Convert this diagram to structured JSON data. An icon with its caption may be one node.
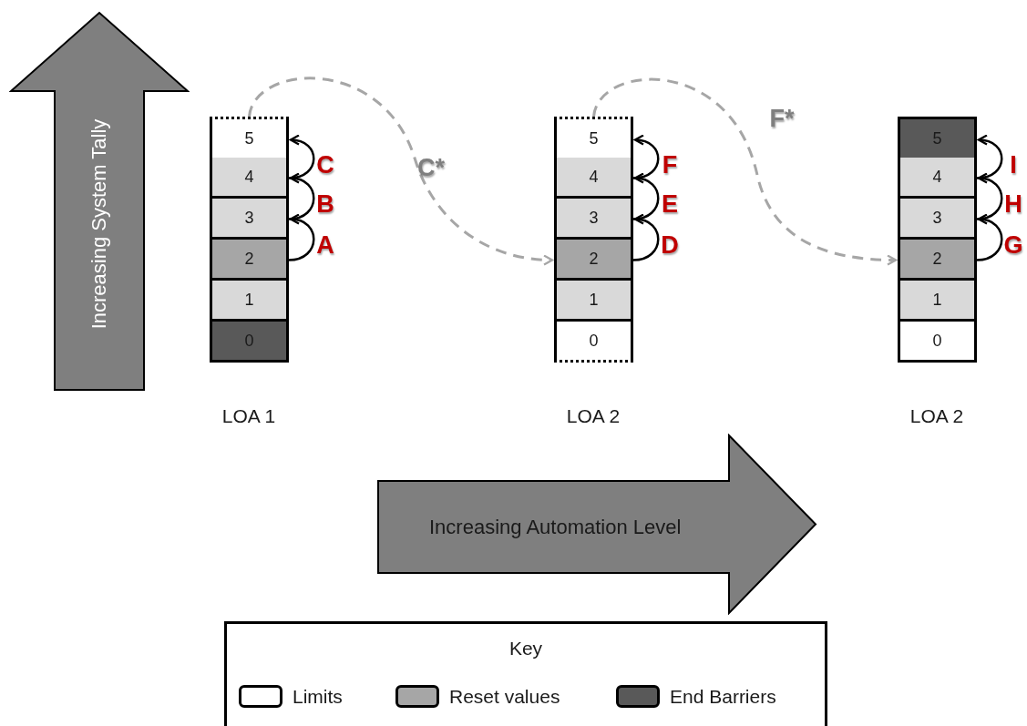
{
  "diagram": {
    "nodes": [
      {
        "text": [
          "Increasing System Tally"
        ]
      },
      {
        "text": [
          "5"
        ]
      },
      {
        "text": [
          "4"
        ]
      },
      {
        "text": [
          "3"
        ]
      },
      {
        "text": [
          "2"
        ]
      },
      {
        "text": [
          "1"
        ]
      },
      {
        "text": [
          "0"
        ]
      },
      {
        "text": [
          "5"
        ]
      },
      {
        "text": [
          "4"
        ]
      },
      {
        "text": [
          "3"
        ]
      },
      {
        "text": [
          "2"
        ]
      },
      {
        "text": [
          "1"
        ]
      },
      {
        "text": [
          "0"
        ]
      },
      {
        "text": [
          "5"
        ]
      },
      {
        "text": [
          "4"
        ]
      },
      {
        "text": [
          "3"
        ]
      },
      {
        "text": [
          "2"
        ]
      },
      {
        "text": [
          "1"
        ]
      },
      {
        "text": [
          "0"
        ]
      },
      {
        "text": [
          "Increasing Automation Level"
        ]
      }
    ],
    "edges": [
      {
        "from": 4,
        "to": 3,
        "arrow": "to",
        "label": "A"
      },
      {
        "from": 3,
        "to": 2,
        "arrow": "to",
        "label": "B"
      },
      {
        "from": 2,
        "to": 1,
        "arrow": "to",
        "label": "C"
      },
      {
        "from": 1,
        "to": 10,
        "arrow": "to",
        "label": "C*",
        "style": "dashed",
        "color": "#a6a6a6"
      },
      {
        "from": 10,
        "to": 9,
        "arrow": "to",
        "label": "D"
      },
      {
        "from": 9,
        "to": 8,
        "arrow": "to",
        "label": "E"
      },
      {
        "from": 8,
        "to": 7,
        "arrow": "to",
        "label": "F"
      },
      {
        "from": 7,
        "to": 16,
        "arrow": "to",
        "label": "F*",
        "style": "dashed",
        "color": "#a6a6a6"
      },
      {
        "from": 16,
        "to": 15,
        "arrow": "to",
        "label": "G"
      },
      {
        "from": 15,
        "to": 14,
        "arrow": "to",
        "label": "H"
      },
      {
        "from": 14,
        "to": 13,
        "arrow": "to",
        "label": "I"
      }
    ],
    "labels": [
      "LOA 1",
      "LOA 2",
      "LOA 2",
      "Key"
    ],
    "legend": [
      {
        "text": "Limits",
        "color": "#ffffff"
      },
      {
        "text": "Reset values",
        "color": "#a6a6a6"
      },
      {
        "text": "End Barriers",
        "color": "#595959"
      }
    ]
  }
}
